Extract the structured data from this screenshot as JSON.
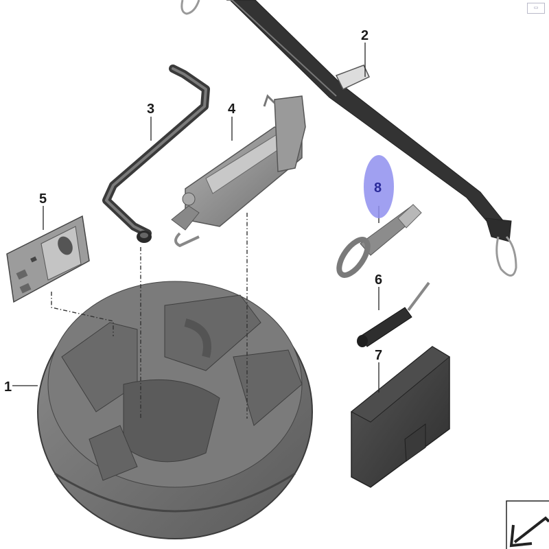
{
  "callouts": {
    "c1": "1",
    "c2": "2",
    "c3": "3",
    "c4": "4",
    "c5": "5",
    "c6": "6",
    "c7": "7",
    "c8": "8"
  },
  "highlighted_callout": "8",
  "colors": {
    "highlight_fill": "#8f8fef",
    "part_dark": "#3e3e3e",
    "part_mid": "#7b7b7b",
    "part_light": "#a8a8a8",
    "strap": "#2f2f2f"
  }
}
